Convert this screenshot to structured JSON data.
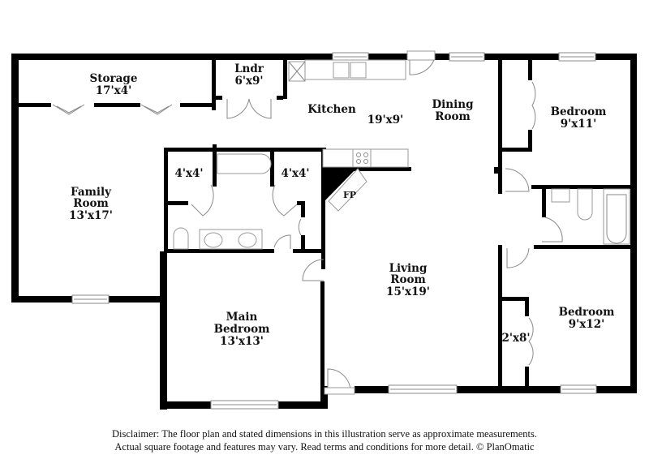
{
  "floor_plan": {
    "rooms": [
      {
        "id": "storage",
        "name": "Storage",
        "dims": "17'x4'"
      },
      {
        "id": "laundry",
        "name": "Lndr",
        "dims": "6'x9'"
      },
      {
        "id": "kitchen",
        "name": "Kitchen",
        "dims": "19'x9'"
      },
      {
        "id": "dining",
        "name": "Dining Room",
        "name_line1": "Dining",
        "name_line2": "Room"
      },
      {
        "id": "bedroom_ne",
        "name": "Bedroom",
        "dims": "9'x11'"
      },
      {
        "id": "family",
        "name": "Family Room",
        "name_line1": "Family",
        "name_line2": "Room",
        "dims": "13'x17'"
      },
      {
        "id": "closet_w",
        "name": "",
        "dims": "4'x4'"
      },
      {
        "id": "closet_e",
        "name": "",
        "dims": "4'x4'"
      },
      {
        "id": "fireplace",
        "name": "FP"
      },
      {
        "id": "living",
        "name": "Living Room",
        "name_line1": "Living",
        "name_line2": "Room",
        "dims": "15'x19'"
      },
      {
        "id": "main_bedroom",
        "name": "Main Bedroom",
        "name_line1": "Main",
        "name_line2": "Bedroom",
        "dims": "13'x13'"
      },
      {
        "id": "closet_se",
        "name": "",
        "dims": "2'x8'"
      },
      {
        "id": "bedroom_se",
        "name": "Bedroom",
        "dims": "9'x12'"
      }
    ]
  },
  "disclaimer": {
    "line1": "Disclaimer: The floor plan and stated dimensions in this illustration serve as approximate measurements.",
    "line2": "Actual square footage and features may vary. Read terms and conditions for more detail. © PlanOmatic"
  },
  "colors": {
    "wall": "#000000",
    "fixture_line": "#8a8a8a",
    "background": "#ffffff",
    "text": "#111111"
  }
}
